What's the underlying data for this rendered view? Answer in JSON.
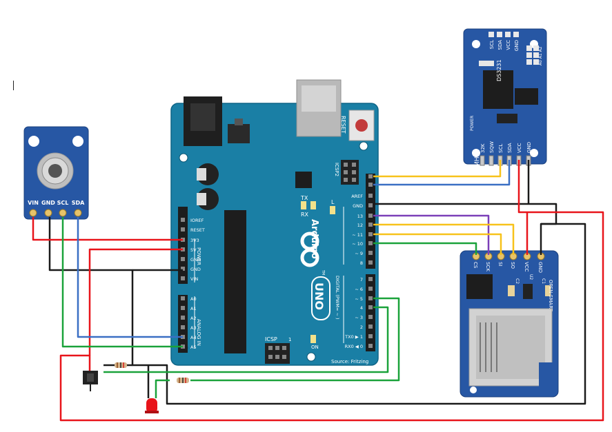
{
  "arduino": {
    "label_arduino": "Arduino",
    "label_uno": "UNO",
    "label_tm": "TM",
    "label_reset": "RESET",
    "label_icsp": "ICSP",
    "label_icsp2": "ICSP2",
    "label_digital": "DIGITAL (PWM= ~ )",
    "label_power": "POWER",
    "label_analog": "ANALOG IN",
    "label_on": "ON",
    "label_source": "Source: Fritzing",
    "led_tx": "TX",
    "led_rx": "RX",
    "led_l": "L",
    "icsp_pin1": "1",
    "power_pins": [
      "IOREF",
      "RESET",
      "3V3",
      "5V",
      "GND",
      "GND",
      "VIN"
    ],
    "analog_pins": [
      "A0",
      "A1",
      "A2",
      "A3",
      "A4",
      "A5"
    ],
    "digital_pins_top": [
      "AREF",
      "GND",
      "13",
      "12",
      "~ 11",
      "~ 10",
      "~ 9",
      "8"
    ],
    "digital_pins_bottom": [
      "7",
      "~ 6",
      "~ 5",
      "4",
      "~ 3",
      "2",
      "TX0 ▶ 1",
      "RX0 ◀ 0"
    ]
  },
  "temp_sensor": {
    "pins": [
      "VIN",
      "GND",
      "SCL",
      "SDA"
    ]
  },
  "rtc_module": {
    "chip": "DS3231",
    "mh": "MH",
    "power_label": "POWER",
    "top_pins": [
      "SCL",
      "SDA",
      "VCC",
      "GND"
    ],
    "bottom_pins": [
      "32K",
      "SQW",
      "SCL",
      "SDA",
      "VCC",
      "GND"
    ],
    "addr": "A0 A1 A2"
  },
  "sd_module": {
    "pins": [
      "CS",
      "SCK",
      "SI",
      "SO",
      "VCC",
      "GND"
    ],
    "brand": "OPEN-SMART",
    "u2": "U2",
    "c2": "C2",
    "c1": "C1"
  },
  "colors": {
    "red": "#e8141a",
    "black": "#1a1a1a",
    "green": "#1aa23a",
    "blue": "#3a6fc4",
    "yellow": "#f7c21a",
    "purple": "#7b3fb8",
    "board": "#1a7fa5"
  }
}
